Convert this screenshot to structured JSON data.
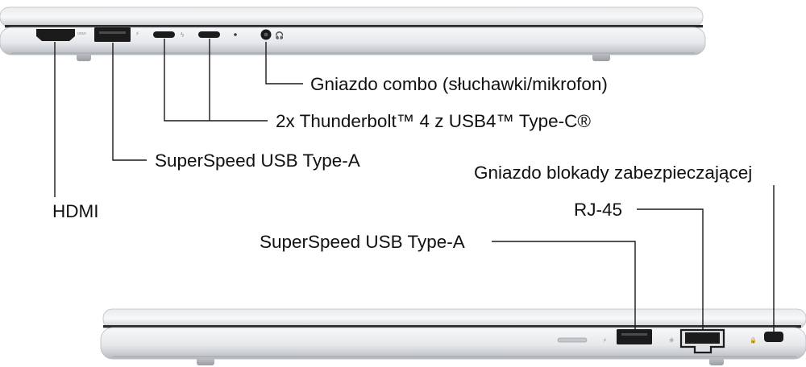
{
  "left_side": {
    "labels": {
      "audio": "Gniazdo combo (słuchawki/mikrofon)",
      "thunderbolt": "2x Thunderbolt™ 4 z USB4™ Type-C®",
      "usb_a": "SuperSpeed USB Type-A",
      "hdmi": "HDMI"
    },
    "port_markings": {
      "hdmi": "HDMI"
    }
  },
  "right_side": {
    "labels": {
      "lock": "Gniazdo blokady zabezpieczającej",
      "rj45": "RJ-45",
      "usb_a": "SuperSpeed USB Type-A"
    }
  },
  "colors": {
    "chassis_light": "#f1f2f4",
    "chassis_mid": "#d3d6da",
    "chassis_dark": "#a9adb2",
    "seam": "#2a2b2e",
    "port": "#1b1b1b",
    "leader": "#1a1a1a"
  }
}
